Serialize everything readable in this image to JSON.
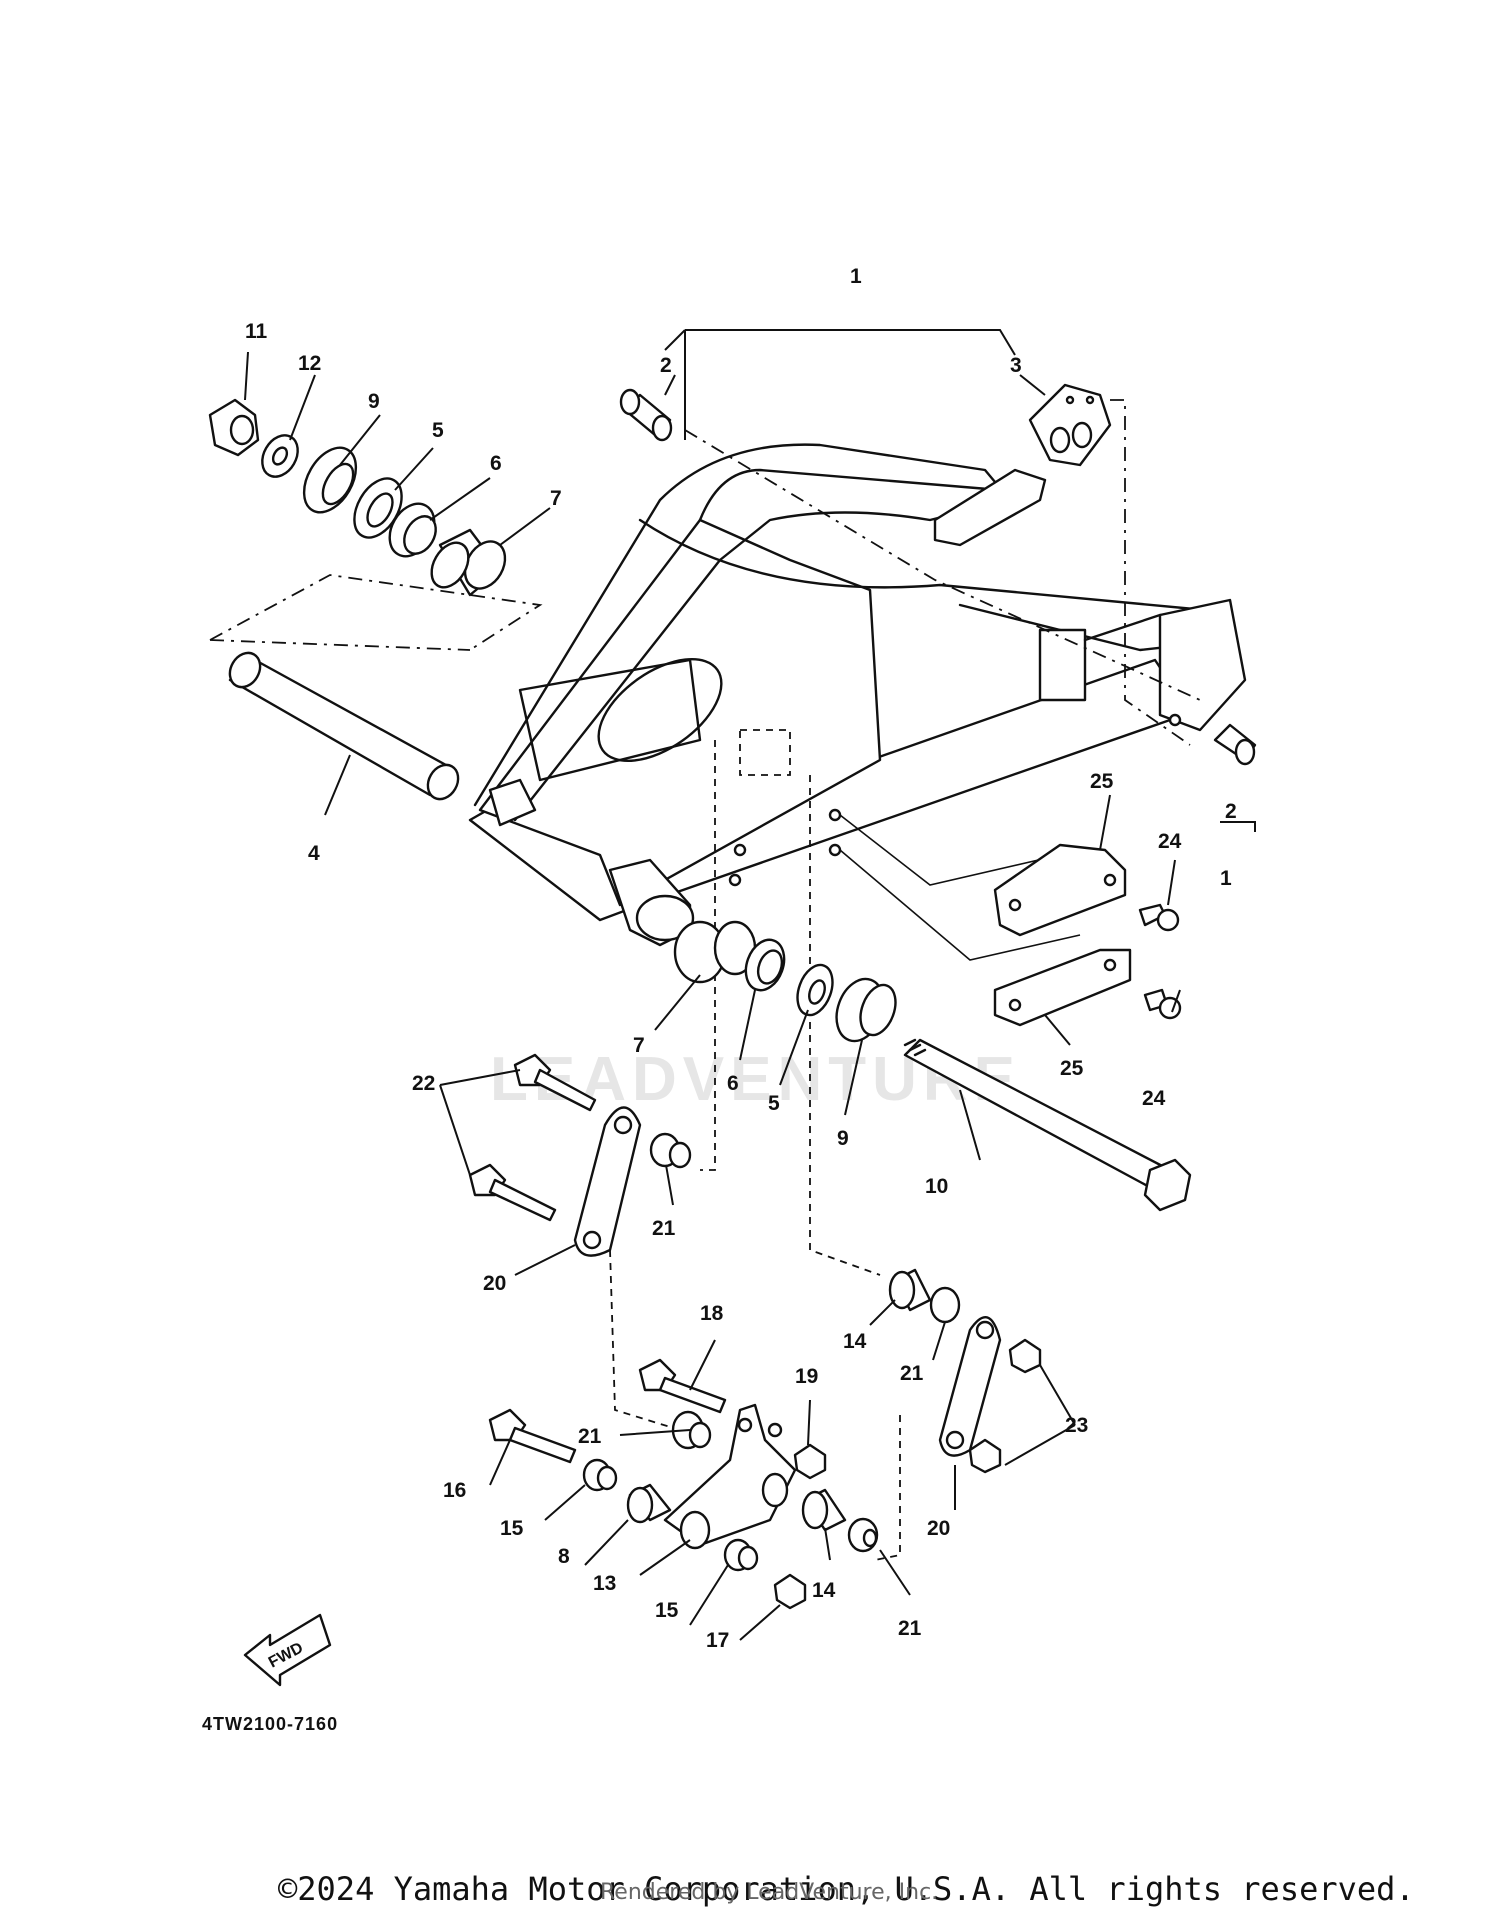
{
  "diagram_code": "4TW2100-7160",
  "fwd_label": "FWD",
  "watermark": "LEADVENTURE",
  "copyright": "©2024 Yamaha Motor Corporation, U.S.A. All rights reserved.",
  "rendered_by": "Rendered by LeadVenture, Inc.",
  "callouts": [
    {
      "id": "c1a",
      "label": "1"
    },
    {
      "id": "c1b",
      "label": "1"
    },
    {
      "id": "c2a",
      "label": "2"
    },
    {
      "id": "c2b",
      "label": "2"
    },
    {
      "id": "c3",
      "label": "3"
    },
    {
      "id": "c4",
      "label": "4"
    },
    {
      "id": "c5a",
      "label": "5"
    },
    {
      "id": "c5b",
      "label": "5"
    },
    {
      "id": "c6a",
      "label": "6"
    },
    {
      "id": "c6b",
      "label": "6"
    },
    {
      "id": "c7a",
      "label": "7"
    },
    {
      "id": "c7b",
      "label": "7"
    },
    {
      "id": "c8",
      "label": "8"
    },
    {
      "id": "c9a",
      "label": "9"
    },
    {
      "id": "c9b",
      "label": "9"
    },
    {
      "id": "c10",
      "label": "10"
    },
    {
      "id": "c11",
      "label": "11"
    },
    {
      "id": "c12",
      "label": "12"
    },
    {
      "id": "c13",
      "label": "13"
    },
    {
      "id": "c14a",
      "label": "14"
    },
    {
      "id": "c14b",
      "label": "14"
    },
    {
      "id": "c15a",
      "label": "15"
    },
    {
      "id": "c15b",
      "label": "15"
    },
    {
      "id": "c16",
      "label": "16"
    },
    {
      "id": "c17",
      "label": "17"
    },
    {
      "id": "c18",
      "label": "18"
    },
    {
      "id": "c19",
      "label": "19"
    },
    {
      "id": "c20a",
      "label": "20"
    },
    {
      "id": "c20b",
      "label": "20"
    },
    {
      "id": "c21a",
      "label": "21"
    },
    {
      "id": "c21b",
      "label": "21"
    },
    {
      "id": "c21c",
      "label": "21"
    },
    {
      "id": "c21d",
      "label": "21"
    },
    {
      "id": "c22",
      "label": "22"
    },
    {
      "id": "c23",
      "label": "23"
    },
    {
      "id": "c24a",
      "label": "24"
    },
    {
      "id": "c24b",
      "label": "24"
    },
    {
      "id": "c25a",
      "label": "25"
    },
    {
      "id": "c25b",
      "label": "25"
    }
  ]
}
